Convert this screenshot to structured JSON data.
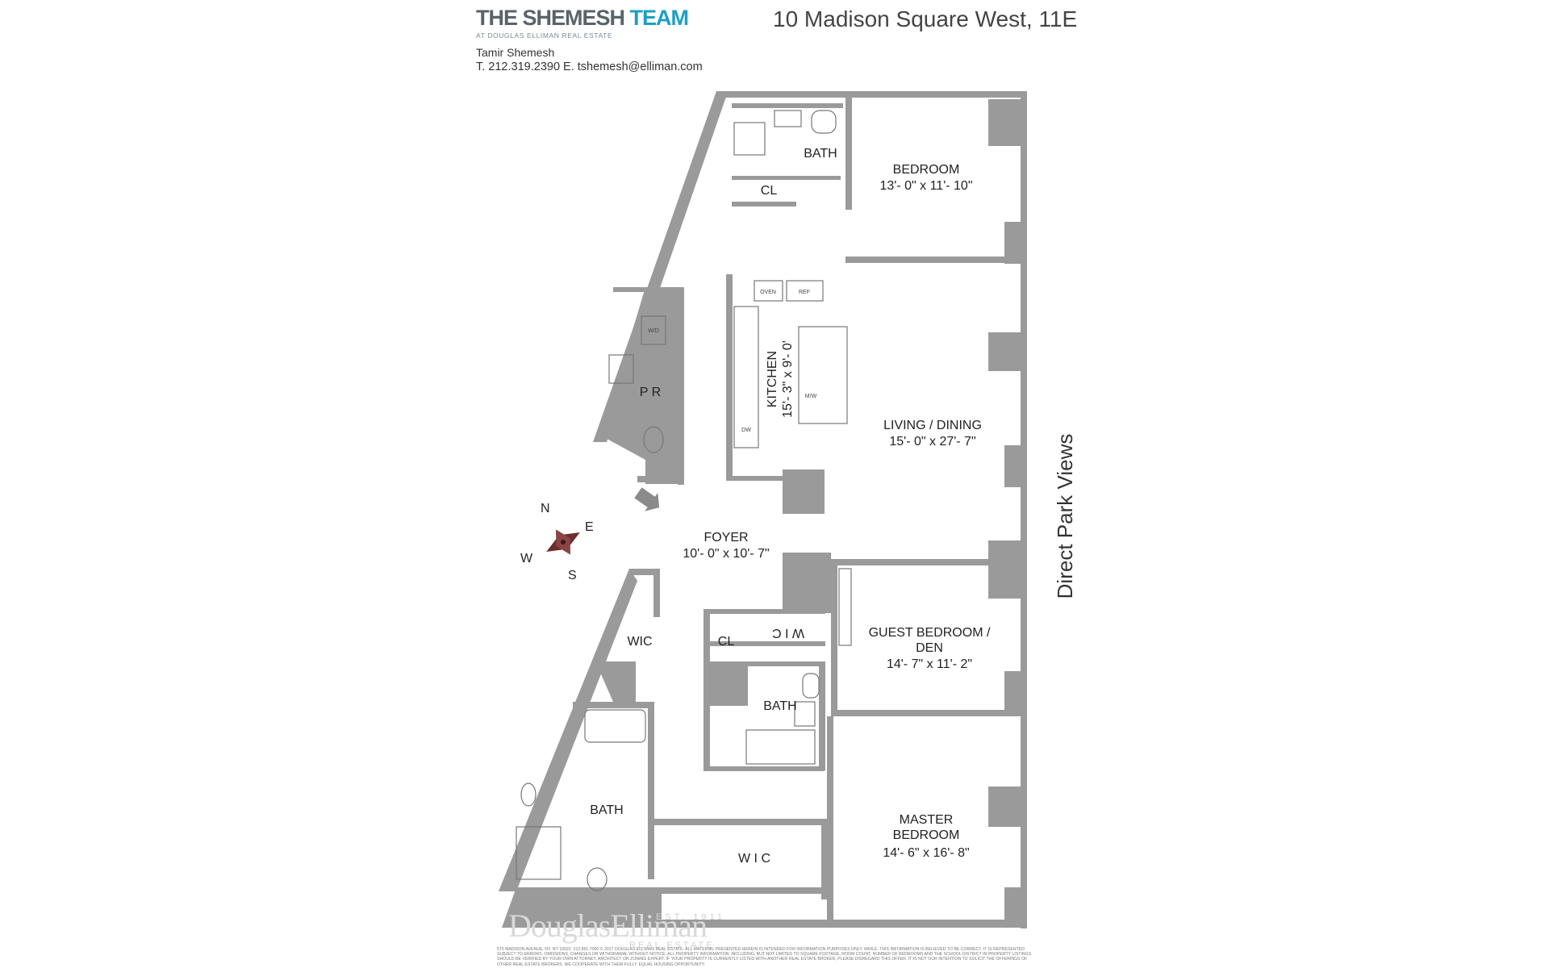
{
  "header": {
    "brand_main": "THE SHEMESH",
    "brand_accent": "TEAM",
    "brand_sub": "AT DOUGLAS ELLIMAN REAL ESTATE",
    "agent_name": "Tamir Shemesh",
    "agent_contact": "T. 212.319.2390 E. tshemesh@elliman.com",
    "listing_title": "10 Madison Square West, 11E"
  },
  "rooms": {
    "bedroom_name": "BEDROOM",
    "bedroom_dim": "13'- 0\" x 11'- 10\"",
    "bath_top": "BATH",
    "cl_top": "CL",
    "pr": "P R",
    "kitchen_name": "KITCHEN",
    "kitchen_dim": "15'- 3\" x 9'- 0'",
    "living_name": "LIVING / DINING",
    "living_dim": "15'- 0\" x 27'- 7\"",
    "foyer_name": "FOYER",
    "foyer_dim": "10'- 0\" x 10'- 7\"",
    "wic_left": "WIC",
    "cl_mid": "CL",
    "wic_mid": "W I C",
    "guest_name_1": "GUEST BEDROOM /",
    "guest_name_2": "DEN",
    "guest_dim": "14'- 7\" x 11'- 2\"",
    "bath_mid": "BATH",
    "bath_master": "BATH",
    "wic_master": "W I C",
    "master_name_1": "MASTER",
    "master_name_2": "BEDROOM",
    "master_dim": "14'- 6\" x 16'- 8\""
  },
  "fixtures": {
    "oven": "OVEN",
    "ref": "REF",
    "wd": "W/D",
    "mw": "M/W",
    "dw": "DW"
  },
  "compass": {
    "n": "N",
    "e": "E",
    "s": "S",
    "w": "W"
  },
  "views_label": "Direct Park Views",
  "footer": {
    "brand": "DouglasElliman",
    "est": "EST. 1911",
    "real_estate": "REAL ESTATE",
    "disclaimer": "575 MADISON AVENUE, NY, NY 10022. 212.891.7000 © 2017 DOUGLAS ELLIMAN REAL ESTATE. ALL MATERIAL PRESENTED HEREIN IS INTENDED FOR INFORMATION PURPOSES ONLY. WHILE, THIS INFORMATION IS BELIEVED TO BE CORRECT, IT IS REPRESENTED SUBJECT TO ERRORS, OMISSIONS, CHANGES OR WITHDRAWAL WITHOUT NOTICE. ALL PROPERTY INFORMATION, INCLUDING, BUT NOT LIMITED TO SQUARE FOOTAGE, ROOM COUNT, NUMBER OF BEDROOMS AND THE SCHOOL DISTRICT IN PROPERTY LISTINGS SHOULD BE VERIFIED BY YOUR OWN ATTORNEY, ARCHITECT OR ZONING EXPERT. IF YOUR PROPERTY IS CURRENTLY LISTED WITH ANOTHER REAL ESTATE BROKER, PLEASE DISREGARD THIS OFFER. IT IS NOT OUR INTENTION TO SOLICIT THE OFFERINGS OF OTHER REAL ESTATE BROKERS. WE COOPERATE WITH THEM FULLY. EQUAL HOUSING OPPORTUNITY."
  }
}
